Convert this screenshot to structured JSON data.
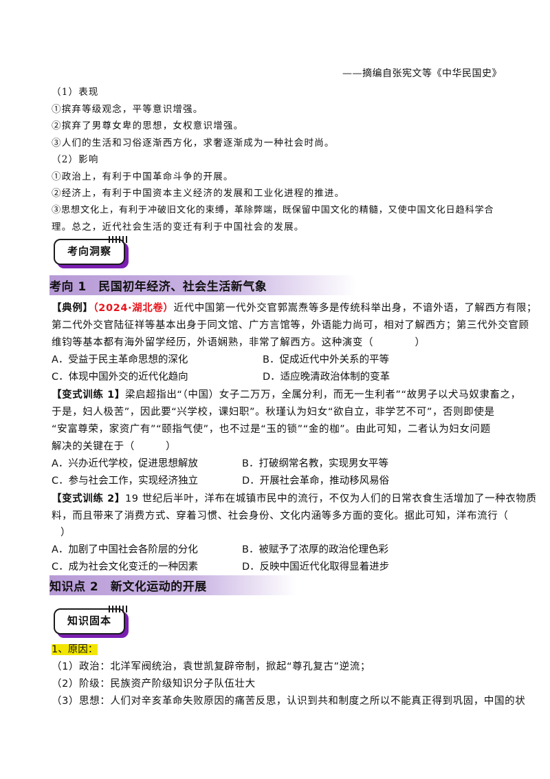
{
  "source_line": "——摘编自张宪文等《中华民国史》",
  "section1": {
    "l1": "（1）表现",
    "l2": "①摈弃等级观念，平等意识增强。",
    "l3": "②摈弃了男尊女卑的思想，女权意识增强。",
    "l4": "③人们的生活和习俗逐渐西方化，求奢逐渐成为一种社会时尚。",
    "l5": "（2）影响",
    "l6": "①政治上，有利于中国革命斗争的开展。",
    "l7": "②经济上，有利于中国资本主义经济的发展和工业化进程的推进。",
    "l8": "③思想文化上，有利于冲破旧文化的束缚，革除弊端，既保留中国文化的精髓，又使中国文化日趋科学合",
    "l9": "理。总之，近代社会生活的变迁有利于中国社会的发展。"
  },
  "badge1": "考向洞察",
  "heading1": "考向 1　民国初年经济、社会生活新气象",
  "q1": {
    "tag": "【典例】",
    "src": "（2024·湖北卷）",
    "l1": "近代中国第一代外交官郭嵩焘等多是传统科举出身，不谙外语，了解西方有限；",
    "l2": "第二代外交官陆征祥等基本出身于同文馆、广方言馆等，外语能力尚可，相对了解西方；第三代外交官顾",
    "l3": "维钧等基本都有海外留学经历，外语娴熟，非常了解西方。这种演变（　　　　）",
    "A": "A．受益于民主革命思想的深化",
    "B": "B．促成近代中外关系的平等",
    "C": "C．体现中国外交的近代化趋向",
    "D": "D．适应晚清政治体制的变革"
  },
  "q2": {
    "tag": "【变式训练 1】",
    "l1": "梁启超指出“（中国）女子二万万，全属分利，而无一生利者”“故男子以犬马奴隶畜之，",
    "l2": "于是，妇人极苦”，因此要“兴学校，课妇职”。秋瑾认为妇女“欲自立，非学艺不可”，否则即使是",
    "l3": "“安富尊荣，家资广有”“颐指气使”，也不过是“玉的锁”“金的枷”。由此可知，二者认为妇女问题",
    "l4": "解决的关键在于（　　　）",
    "A": "A．兴办近代学校，促进思想解放",
    "B": "B．打破纲常名教，实现男女平等",
    "C": "C．参与社会工作，实现经济独立",
    "D": "D．开展社会革命，推动移风易俗"
  },
  "q3": {
    "tag": "【变式训练 2】",
    "l1": "19 世纪后半叶，洋布在城镇市民中的流行，不仅为人们的日常衣食生活增加了一种衣物质",
    "l2": "料，而且带来了消费方式、穿着习惯、社会身份、文化内涵等多方面的变化。据此可知，洋布流行（",
    "l3": "）",
    "A": "A．加剧了中国社会各阶层的分化",
    "B": "B．被赋予了浓厚的政治伦理色彩",
    "C": "C．成为社会文化变迁的一种因素",
    "D": "D．反映中国近代化取得显着进步"
  },
  "heading2": "知识点 2　新文化运动的开展",
  "badge2": "知识固本",
  "cause": {
    "title": "1、原因：",
    "l1": "（1）政治：北洋军阀统治，袁世凯复辟帝制，掀起“尊孔复古”逆流；",
    "l2": "（2）阶级：民族资产阶级知识分子队伍壮大",
    "l3": "（3）思想：人们对辛亥革命失败原因的痛苦反思，认识到共和制度之所以不能真正得到巩固，中国的状"
  }
}
